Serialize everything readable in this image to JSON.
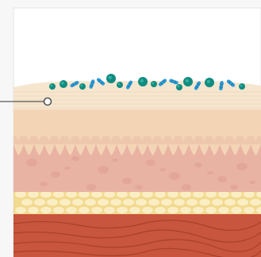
{
  "diagram": {
    "type": "skin-cross-section",
    "colors": {
      "background": "#f7f7f7",
      "panel": "#ffffff",
      "stratum_corneum": "#f6e6cf",
      "epidermis": "#f3d5b6",
      "dermis": "#e9b3a4",
      "hypodermis_fat": "#f6e4a6",
      "muscle": "#c8553d",
      "microbe_primary": "#128c80",
      "microbe_secondary": "#2b9bd6",
      "pointer": "#555555"
    },
    "layers": [
      {
        "name": "stratum-corneum"
      },
      {
        "name": "epidermis"
      },
      {
        "name": "dermis"
      },
      {
        "name": "subcutaneous-fat"
      },
      {
        "name": "muscle"
      }
    ],
    "callout": {
      "icon": "pointer-circle-icon"
    },
    "microbes": {
      "icon": "bacteria-icon"
    }
  }
}
